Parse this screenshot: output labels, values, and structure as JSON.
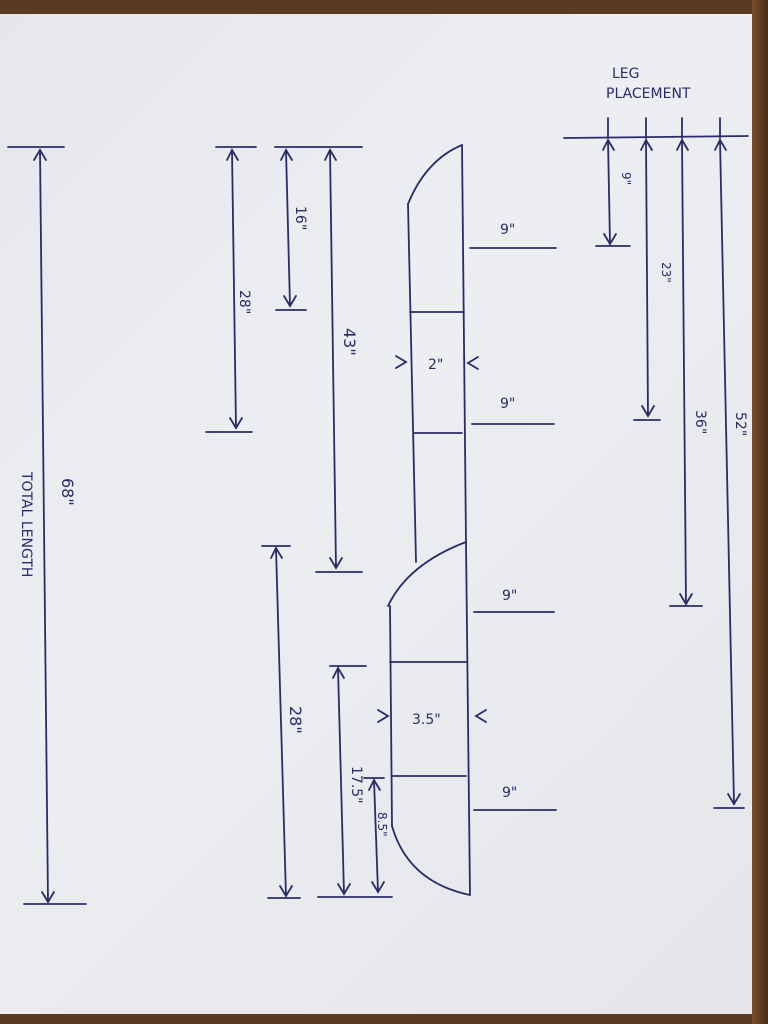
{
  "labels": {
    "total_label": "TOTAL LENGTH",
    "total_value": "68\"",
    "dim_16": "16\"",
    "dim_28_upper": "28\"",
    "dim_43": "43\"",
    "dim_2": "2\"",
    "dim_28_lower": "28\"",
    "dim_17_5": "17.5\"",
    "dim_8_5": "8.5\"",
    "dim_3_5": "3.5\"",
    "leg_9_a": "9\"",
    "leg_9_b": "9\"",
    "leg_9_c": "9\"",
    "leg_9_d": "9\"",
    "leg_title_1": "LEG",
    "leg_title_2": "PLACEMENT",
    "leg_pos_9": "9\"",
    "leg_pos_23": "23\"",
    "leg_pos_36": "36\"",
    "leg_pos_52": "52\""
  }
}
